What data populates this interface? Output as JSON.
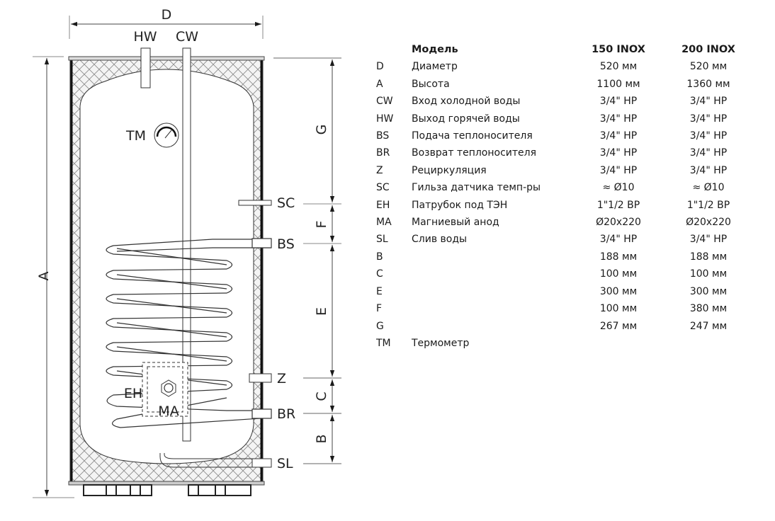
{
  "diagram": {
    "dimension_labels": {
      "D": "D",
      "A": "A",
      "G": "G",
      "F": "F",
      "E": "E",
      "C": "C",
      "B": "B"
    },
    "connection_labels": {
      "HW": "HW",
      "CW": "CW",
      "TM": "TM",
      "SC": "SC",
      "BS": "BS",
      "Z": "Z",
      "BR": "BR",
      "SL": "SL",
      "EH": "EH",
      "MA": "MA"
    }
  },
  "spec_table": {
    "header": {
      "code": "",
      "name": "Модель",
      "model_1": "150 INOX",
      "model_2": "200 INOX"
    },
    "rows": [
      {
        "code": "D",
        "name": "Диаметр",
        "v1": "520 мм",
        "v2": "520 мм"
      },
      {
        "code": "A",
        "name": "Высота",
        "v1": "1100 мм",
        "v2": "1360 мм"
      },
      {
        "code": "CW",
        "name": "Вход холодной воды",
        "v1": "3/4\" НР",
        "v2": "3/4\" НР"
      },
      {
        "code": "HW",
        "name": "Выход горячей воды",
        "v1": "3/4\" НР",
        "v2": "3/4\" НР"
      },
      {
        "code": "BS",
        "name": "Подача теплоносителя",
        "v1": "3/4\" НР",
        "v2": "3/4\" НР"
      },
      {
        "code": "BR",
        "name": "Возврат теплоносителя",
        "v1": "3/4\" НР",
        "v2": "3/4\" НР"
      },
      {
        "code": "Z",
        "name": "Рециркуляция",
        "v1": "3/4\" НР",
        "v2": "3/4\" НР"
      },
      {
        "code": "SC",
        "name": "Гильза датчика темп-ры",
        "v1": "≈ Ø10",
        "v2": "≈ Ø10"
      },
      {
        "code": "EH",
        "name": "Патрубок под ТЭН",
        "v1": "1\"1/2 ВР",
        "v2": "1\"1/2 ВР"
      },
      {
        "code": "MA",
        "name": "Магниевый анод",
        "v1": "Ø20x220",
        "v2": "Ø20x220"
      },
      {
        "code": "SL",
        "name": "Слив воды",
        "v1": "3/4\" НР",
        "v2": "3/4\" НР"
      },
      {
        "code": "B",
        "name": "",
        "v1": "188 мм",
        "v2": "188 мм"
      },
      {
        "code": "C",
        "name": "",
        "v1": "100 мм",
        "v2": "100 мм"
      },
      {
        "code": "E",
        "name": "",
        "v1": "300 мм",
        "v2": "300 мм"
      },
      {
        "code": "F",
        "name": "",
        "v1": "100 мм",
        "v2": "380 мм"
      },
      {
        "code": "G",
        "name": "",
        "v1": "267 мм",
        "v2": "247 мм"
      },
      {
        "code": "TM",
        "name": "Термометр",
        "v1": "",
        "v2": ""
      }
    ]
  }
}
